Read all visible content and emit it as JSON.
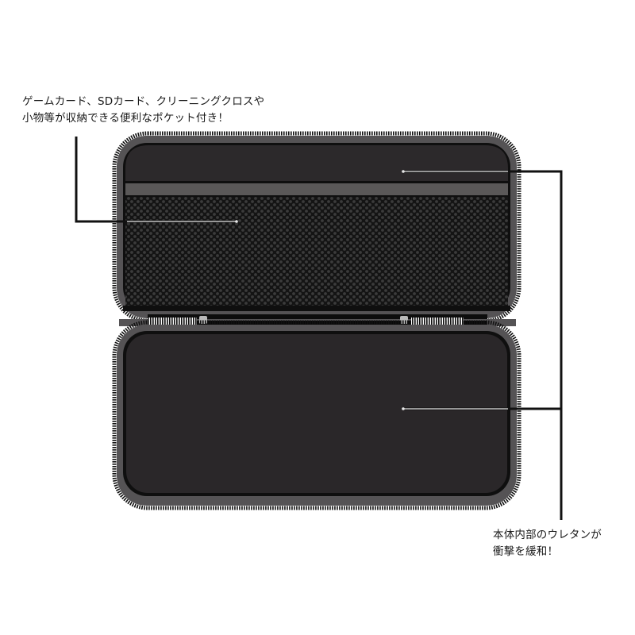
{
  "callouts": {
    "pocket": {
      "line1": "ゲームカード、SDカード、クリーニングクロスや",
      "line2": "小物等が収納できる便利なポケット付き！"
    },
    "urethane": {
      "line1": "本体内部のウレタンが",
      "line2": "衝撃を緩和！"
    }
  },
  "colors": {
    "background": "#ffffff",
    "case_border": "#555355",
    "case_inner": "#2a2729",
    "zipper": "#111111",
    "mesh_base": "#1a1a1a",
    "mesh_dot": "#3a3a3a",
    "pocket_band": "#5a5858",
    "callout_line": "#111111",
    "callout_line_inner": "#e8e8e8"
  }
}
